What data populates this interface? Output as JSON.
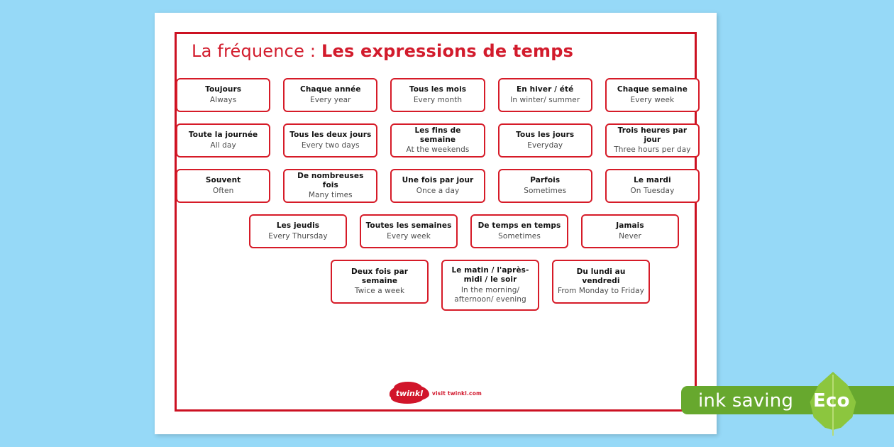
{
  "background_color": "#96d9f7",
  "worksheet": {
    "title_lead": "La fréquence : ",
    "title_bold": "Les expressions de temps",
    "frame_color": "#cc1122",
    "card_border_color": "#d61b28",
    "rows": [
      {
        "row": 1,
        "cards": [
          {
            "fr": "Toujours",
            "en": "Always"
          },
          {
            "fr": "Chaque année",
            "en": "Every year"
          },
          {
            "fr": "Tous les mois",
            "en": "Every month"
          },
          {
            "fr": "En hiver / été",
            "en": "In winter/ summer"
          },
          {
            "fr": "Chaque semaine",
            "en": "Every week"
          }
        ]
      },
      {
        "row": 2,
        "cards": [
          {
            "fr": "Toute la journée",
            "en": "All day"
          },
          {
            "fr": "Tous les deux jours",
            "en": "Every two days"
          },
          {
            "fr": "Les fins de semaine",
            "en": "At the weekends"
          },
          {
            "fr": "Tous les jours",
            "en": "Everyday"
          },
          {
            "fr": "Trois heures par jour",
            "en": "Three hours per day"
          }
        ]
      },
      {
        "row": 3,
        "cards": [
          {
            "fr": "Souvent",
            "en": "Often"
          },
          {
            "fr": "De nombreuses fois",
            "en": "Many times"
          },
          {
            "fr": "Une fois par jour",
            "en": "Once a day"
          },
          {
            "fr": "Parfois",
            "en": "Sometimes"
          },
          {
            "fr": "Le mardi",
            "en": "On Tuesday"
          }
        ]
      },
      {
        "row": 4,
        "cards": [
          {
            "fr": "Les jeudis",
            "en": "Every Thursday"
          },
          {
            "fr": "Toutes les semaines",
            "en": "Every week"
          },
          {
            "fr": "De temps en temps",
            "en": "Sometimes"
          },
          {
            "fr": "Jamais",
            "en": "Never"
          }
        ]
      },
      {
        "row": 5,
        "cards": [
          {
            "fr": "Deux fois par semaine",
            "en": "Twice a week"
          },
          {
            "fr": "Le matin / l'après-midi / le soir",
            "en": "In the morning/ afternoon/ evening"
          },
          {
            "fr": "Du lundi au vendredi",
            "en": "From Monday to Friday"
          }
        ]
      }
    ]
  },
  "logo": {
    "wordmark": "twinkl",
    "url": "visit twinkl.com",
    "color": "#d1152a"
  },
  "eco_badge": {
    "ink_saving_label": "ink saving",
    "eco_label": "Eco",
    "banner_color": "#67a82e",
    "leaf_color": "#8cc63e"
  }
}
